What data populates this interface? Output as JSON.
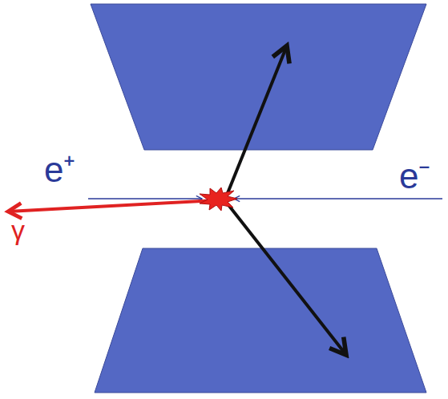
{
  "diagram": {
    "labels": [
      "e⁺",
      "e⁻",
      "γ"
    ]
  }
}
